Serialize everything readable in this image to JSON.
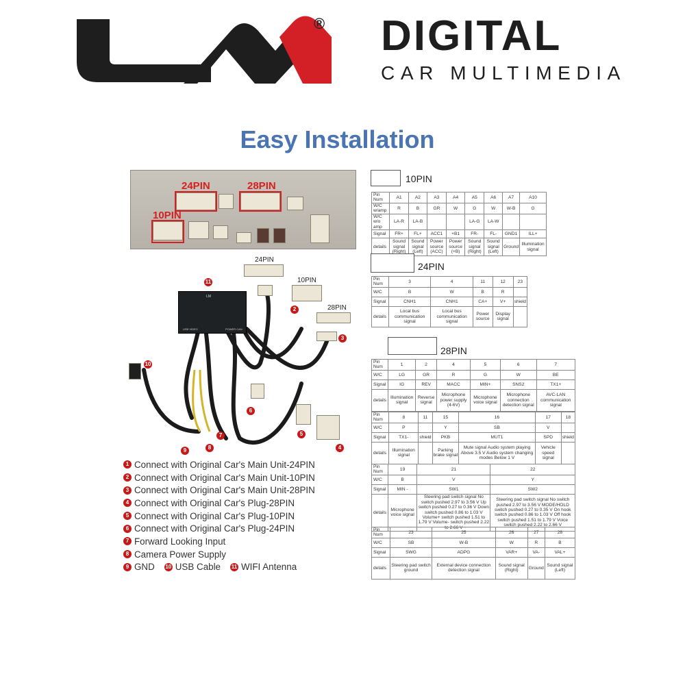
{
  "brand": {
    "logo_text": "LM",
    "registered": "®",
    "name": "DIGITAL",
    "tagline": "CAR MULTIMEDIA",
    "accent": "#d32027"
  },
  "title": "Easy Installation",
  "unit_labels": {
    "p24": "24PIN",
    "p28": "28PIN",
    "p10": "10PIN"
  },
  "harness_labels": {
    "p24": "24PIN",
    "p10": "10PIN",
    "p28": "28PIN",
    "box_top": "LM",
    "box_left": "USB VIDEO",
    "box_right": "POWER CAN"
  },
  "callouts": [
    "1",
    "2",
    "3",
    "4",
    "5",
    "6",
    "7",
    "8",
    "9",
    "10",
    "11"
  ],
  "legend": [
    {
      "num": "1",
      "text": "Connect with Original Car's Main Unit-24PIN"
    },
    {
      "num": "2",
      "text": "Connect with Original Car's Main Unit-10PIN"
    },
    {
      "num": "3",
      "text": "Connect with Original Car's Main Unit-28PIN"
    },
    {
      "num": "4",
      "text": "Connect with Original Car's Plug-28PIN"
    },
    {
      "num": "5",
      "text": "Connect with Original Car's Plug-10PIN"
    },
    {
      "num": "6",
      "text": "Connect with Original Car's Plug-24PIN"
    },
    {
      "num": "7",
      "text": "Forward Looking Input"
    },
    {
      "num": "8",
      "text": "Camera Power Supply"
    }
  ],
  "legend_last": [
    {
      "num": "9",
      "text": "GND"
    },
    {
      "num": "10",
      "text": "USB Cable"
    },
    {
      "num": "11",
      "text": "WIFI Antenna"
    }
  ],
  "tables": {
    "pin10": {
      "label": "10PIN",
      "rows": [
        [
          "Pin Num",
          "A1",
          "A2",
          "A3",
          "A4",
          "A5",
          "A6",
          "A7",
          "A10"
        ],
        [
          "W/C w/amp",
          "R",
          "B",
          "GR",
          "W",
          "G",
          "W",
          "W-B",
          "G"
        ],
        [
          "W/C w/o amp",
          "LA-R",
          "LA-B",
          "",
          "",
          "LA-G",
          "LA-W",
          "",
          ""
        ],
        [
          "Signal",
          "FR+",
          "FL+",
          "ACC1",
          "+B1",
          "FR-",
          "FL-",
          "GND1",
          "ILL+"
        ],
        [
          "details",
          "Sound signal (Right)",
          "Sound signal (Left)",
          "Power source (ACC)",
          "Power source (+B)",
          "Sound signal (Right)",
          "Sound signal (Left)",
          "Ground",
          "Illumination signal"
        ]
      ]
    },
    "pin24": {
      "label": "24PIN",
      "rows": [
        [
          "Pin Num",
          "3",
          "4",
          "11",
          "12",
          "23"
        ],
        [
          "W/C",
          "B",
          "W",
          "B",
          "R",
          ""
        ],
        [
          "Signal",
          "CNH1",
          "CNH1",
          "CA+",
          "V+",
          "shield"
        ],
        [
          "details",
          "Local bus communication signal",
          "Local bus communication signal",
          "Power source",
          "Display signal",
          ""
        ]
      ]
    },
    "pin28": {
      "label": "28PIN",
      "t1": [
        [
          "Pin Num",
          "1",
          "2",
          "4",
          "5",
          "6",
          "7"
        ],
        [
          "W/C",
          "LG",
          "GR",
          "R",
          "G",
          "W",
          "BE"
        ],
        [
          "Signal",
          "IG",
          "REV",
          "MACC",
          "MIN+",
          "SNS2",
          "TX1+"
        ],
        [
          "details",
          "Illumination signal",
          "Reverse signal",
          "Microphone power supply (4-6V)",
          "Microphone voice signal",
          "Microphone connection detection signal",
          "AVC-LAN communication signal"
        ]
      ],
      "t2": [
        [
          "Pin Num",
          "8",
          "11",
          "15",
          "16",
          "17",
          "18"
        ],
        [
          "W/C",
          "P",
          "",
          "Y",
          "SB",
          "V",
          ""
        ],
        [
          "Signal",
          "TX1-",
          "shield",
          "PKB",
          "MUT1",
          "SPD",
          "shield"
        ],
        [
          "details",
          "Illumination signal",
          "",
          "Parking brake signal",
          "Mute signal Audio system playing Above 3.5 V Audio system changing modes Below 1 V",
          "Vehicle speed signal",
          ""
        ]
      ],
      "t3": [
        [
          "Pin Num",
          "19",
          "21",
          "22"
        ],
        [
          "W/C",
          "B",
          "V",
          "Y"
        ],
        [
          "Signal",
          "MIN -",
          "SW1",
          "SW2"
        ],
        [
          "details",
          "Microphone voice signal",
          "Steering pad switch signal No switch pushed 2.97 to 3.56 V Up switch pushed 0.27 to 0.36 V Down switch pushed 0.86 to 1.03 V Volume+ switch pushed 1.51 to 1.79 V Volume- switch pushed 2.22 to 2.66 V",
          "Steering pad switch signal No switch pushed 2.97 to 3.56 V MODE/HOLD switch pushed 0.27 to 0.35 V On hook switch pushed 0.86 to 1.03 V Off hook switch pushed 1.51 to 1.79 V Voice switch pushed 2.22 to 2.66 V"
        ]
      ],
      "t4": [
        [
          "Pin Num",
          "23",
          "25",
          "26",
          "27",
          "28"
        ],
        [
          "W/C",
          "SB",
          "W-B",
          "W",
          "R",
          "B"
        ],
        [
          "Signal",
          "SWG",
          "ADPG",
          "VAR+",
          "VA-",
          "VAL+"
        ],
        [
          "details",
          "Steering pad switch ground",
          "External device connection detection signal",
          "Sound signal (Right)",
          "Ground",
          "Sound signal (Left)"
        ]
      ]
    }
  }
}
